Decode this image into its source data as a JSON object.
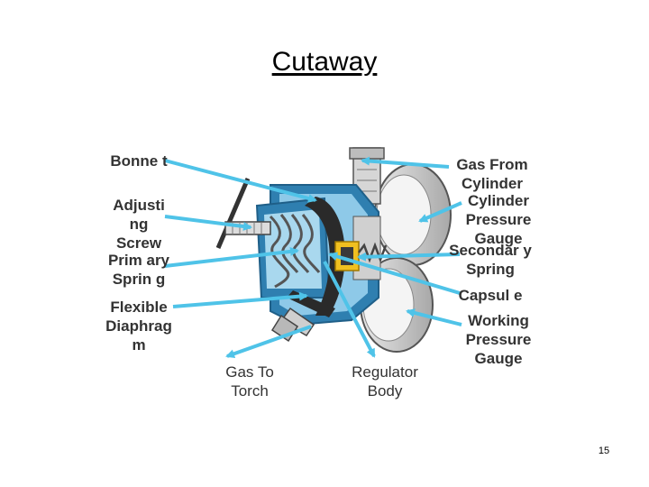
{
  "title": "Cutaway",
  "labels": {
    "bonnet": "Bonne t",
    "adjusting_screw": "Adjusti ng Screw",
    "primary_spring": "Prim ary Sprin g",
    "flexible_diaphragm": "Flexible Diaphrag m",
    "gas_to_torch": "Gas To Torch",
    "regulator_body": "Regulator Body",
    "gas_from_cylinder": "Gas From Cylinder",
    "cylinder_pressure_gauge": "Cylinder Pressure Gauge",
    "secondary_spring": "Secondar y Spring",
    "capsule": "Capsul e",
    "working_pressure_gauge": "Working Pressure Gauge"
  },
  "page_number": "15",
  "colors": {
    "arrow": "#4fc3e8",
    "label_text": "#333333",
    "body_blue": "#2f7fb0",
    "body_light_blue": "#8ec9e8",
    "diaphragm_dark": "#2a2a2a",
    "capsule_yellow": "#f0c020",
    "metal_gray": "#c8c8c8"
  }
}
